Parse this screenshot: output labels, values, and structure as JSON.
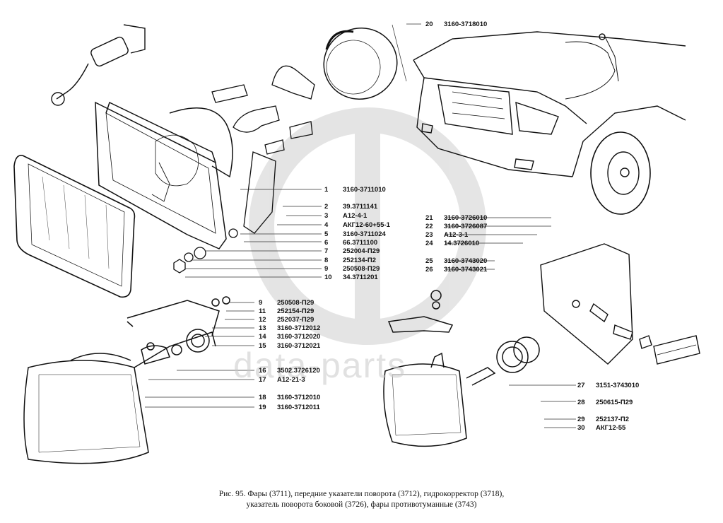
{
  "figure": {
    "caption_line1": "Рис. 95. Фары (3711), передние указатели поворота (3712), гидрокорректор (3718),",
    "caption_line2": "указатель поворота боковой (3726), фары противотуманные (3743)"
  },
  "watermark": {
    "text": "data-parts"
  },
  "callouts": [
    {
      "num": "20",
      "code": "3160-3718010"
    },
    {
      "num": "1",
      "code": "3160-3711010"
    },
    {
      "num": "2",
      "code": "39.3711141"
    },
    {
      "num": "3",
      "code": "А12-4-1"
    },
    {
      "num": "4",
      "code": "АКГ12-60+55-1"
    },
    {
      "num": "5",
      "code": "3160-3711024"
    },
    {
      "num": "6",
      "code": "66.3711100"
    },
    {
      "num": "7",
      "code": "252004-П29"
    },
    {
      "num": "8",
      "code": "252134-П2"
    },
    {
      "num": "9",
      "code": "250508-П29"
    },
    {
      "num": "10",
      "code": "34.3711201"
    },
    {
      "num": "21",
      "code": "3160-3726010"
    },
    {
      "num": "22",
      "code": "3160-3726087"
    },
    {
      "num": "23",
      "code": "А12-3-1"
    },
    {
      "num": "24",
      "code": "14.3726010"
    },
    {
      "num": "25",
      "code": "3160-3743020"
    },
    {
      "num": "26",
      "code": "3160-3743021"
    },
    {
      "num": "9",
      "code": "250508-П29"
    },
    {
      "num": "11",
      "code": "252154-П29"
    },
    {
      "num": "12",
      "code": "252037-П29"
    },
    {
      "num": "13",
      "code": "3160-3712012"
    },
    {
      "num": "14",
      "code": "3160-3712020"
    },
    {
      "num": "15",
      "code": "3160-3712021"
    },
    {
      "num": "16",
      "code": "3502.3726120"
    },
    {
      "num": "17",
      "code": "А12-21-3"
    },
    {
      "num": "18",
      "code": "3160-3712010"
    },
    {
      "num": "19",
      "code": "3160-3712011"
    },
    {
      "num": "27",
      "code": "3151-3743010"
    },
    {
      "num": "28",
      "code": "250615-П29"
    },
    {
      "num": "29",
      "code": "252137-П2"
    },
    {
      "num": "30",
      "code": "АКГ12-55"
    }
  ]
}
